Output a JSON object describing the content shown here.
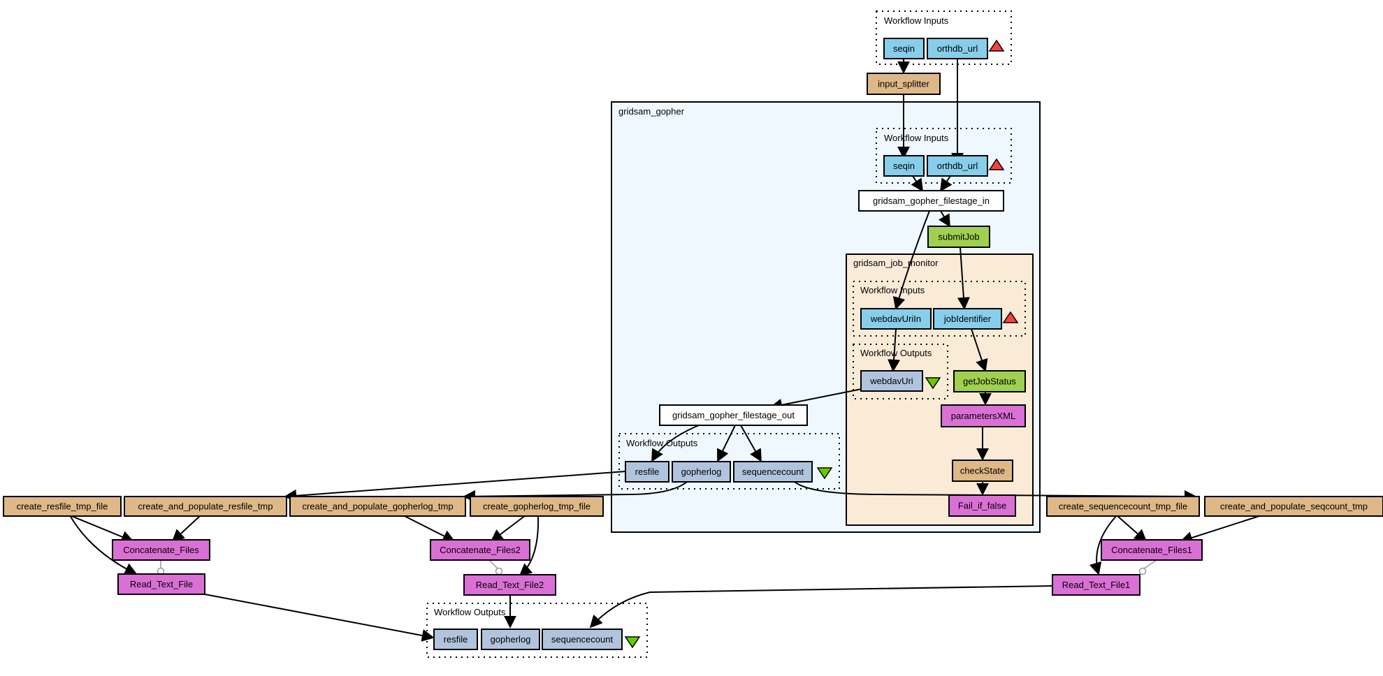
{
  "colors": {
    "input_port": "#87ceeb",
    "output_port": "#b0c4de",
    "beanshell": "#deb887",
    "wsdl": "#a0d050",
    "local": "#da70d6",
    "nested_bg": "#f0f8ff",
    "monitor_bg": "#faebd7",
    "white_node": "#ffffff",
    "input_marker": "#ff4040",
    "output_marker": "#66cc00"
  },
  "clusters": {
    "top_inputs": "Workflow Inputs",
    "gridsam_gopher": "gridsam_gopher",
    "gg_inputs": "Workflow Inputs",
    "gg_outputs": "Workflow Outputs",
    "job_monitor": "gridsam_job_monitor",
    "jm_inputs": "Workflow Inputs",
    "jm_outputs": "Workflow Outputs",
    "bottom_outputs": "Workflow Outputs"
  },
  "nodes": {
    "top_seqin": "seqin",
    "top_orthdb_url": "orthdb_url",
    "input_splitter": "input_splitter",
    "gg_seqin": "seqin",
    "gg_orthdb_url": "orthdb_url",
    "filestage_in": "gridsam_gopher_filestage_in",
    "submitJob": "submitJob",
    "webdavUriIn": "webdavUriIn",
    "jobIdentifier": "jobIdentifier",
    "webdavUri": "webdavUri",
    "getJobStatus": "getJobStatus",
    "parametersXML": "parametersXML",
    "checkState": "checkState",
    "fail_if_false": "Fail_if_false",
    "filestage_out": "gridsam_gopher_filestage_out",
    "gg_resfile": "resfile",
    "gg_gopherlog": "gopherlog",
    "gg_sequencecount": "sequencecount",
    "create_resfile_tmp_file": "create_resfile_tmp_file",
    "create_and_populate_resfile_tmp": "create_and_populate_resfile_tmp",
    "create_and_populate_gopherlog_tmp": "create_and_populate_gopherlog_tmp",
    "create_gopherlog_tmp_file": "create_gopherlog_tmp_file",
    "create_sequencecount_tmp_file": "create_sequencecount_tmp_file",
    "create_and_populate_seqcount_tmp": "create_and_populate_seqcount_tmp",
    "concatenate_files": "Concatenate_Files",
    "concatenate_files2": "Concatenate_Files2",
    "concatenate_files1": "Concatenate_Files1",
    "read_text_file": "Read_Text_File",
    "read_text_file2": "Read_Text_File2",
    "read_text_file1": "Read_Text_File1",
    "out_resfile": "resfile",
    "out_gopherlog": "gopherlog",
    "out_sequencecount": "sequencecount"
  }
}
